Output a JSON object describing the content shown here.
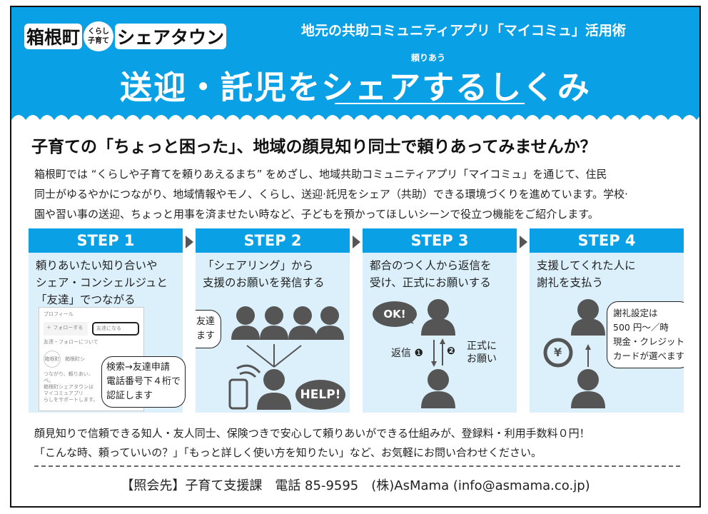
{
  "header": {
    "logo": {
      "town": "箱根町",
      "badge_line1": "くらし",
      "badge_line2": "子育て",
      "name": "シェアタウン"
    },
    "subtitle": "地元の共助コミュニティアプリ「マイコミュ」活用術",
    "ruby": "頼りあう",
    "title_part1": "送迎・託児を",
    "title_part2": "シェアする",
    "title_part3": "しくみ"
  },
  "headline": "子育ての「ちょっと困った」、地域の顔見知り同士で頼りあってみませんか？",
  "intro": [
    "箱根町では “くらしや子育てを頼りあえるまち” をめざし、地域共助コミュニティアプリ「マイコミュ」を通じて、住民",
    "同士がゆるやかにつながり、地域情報やモノ、くらし、送迎·託児をシェア（共助）できる環境づくりを進めています。学校·",
    "園や習い事の送迎、ちょっと用事を済ませたい時など、子どもを預かってほしいシーンで役立つ機能をご紹介します。"
  ],
  "steps": [
    {
      "label": "STEP 1",
      "text": [
        "頼りあいたい知り合いや",
        "シェア・コンシェルジュと",
        "「友達」でつながる"
      ],
      "phone": {
        "header": "プロフィール",
        "follow": "＋ フォローする",
        "friend": "友達になる",
        "note": "友達・フォローについて",
        "avatar": "箱根町",
        "name": "箱根町シ",
        "lines": [
          "つながり、頼りあい、",
          "ペ。",
          "箱根町シェアタウンは",
          "マイコミュアプリ",
          "らしをサポートします。"
        ]
      },
      "bubble": [
        "検索→友達申請",
        "電話番号下４桁で",
        "認証します"
      ]
    },
    {
      "label": "STEP 2",
      "text": [
        "「シェアリング」から",
        "支援のお願いを発信する"
      ],
      "bubble": [
        "発信先は友達",
        "から選べます"
      ],
      "help": "HELP!"
    },
    {
      "label": "STEP 3",
      "text": [
        "都合のつく人から返信を",
        "受け、正式にお願いする"
      ],
      "ok": "OK!",
      "reply": "返信",
      "reply_num": "❶",
      "request_num": "❷",
      "request": [
        "正式に",
        "お願い"
      ]
    },
    {
      "label": "STEP 4",
      "text": [
        "支援してくれた人に",
        "謝礼を支払う"
      ],
      "yen": "¥",
      "bubble": [
        "謝礼設定は",
        "500 円〜／時",
        "現金・クレジット",
        "カードが選べます"
      ]
    }
  ],
  "footer": {
    "lines": [
      "顔見知りで信頼できる知人・友人同士、保険つきで安心して頼りあいができる仕組みが、登録料・利用手数料０円！",
      "「こんな時、頼っていいの？」「もっと詳しく使い方を知りたい」など、お気軽にお問い合わせください。"
    ],
    "contact": "【照会先】子育て支援課　電話 85-9595　(株)AsMama (info@asmama.co.jp)"
  },
  "colors": {
    "brand_blue": "#0aa0e6",
    "panel_blue": "#dcf0fb",
    "icon_gray": "#555555"
  }
}
